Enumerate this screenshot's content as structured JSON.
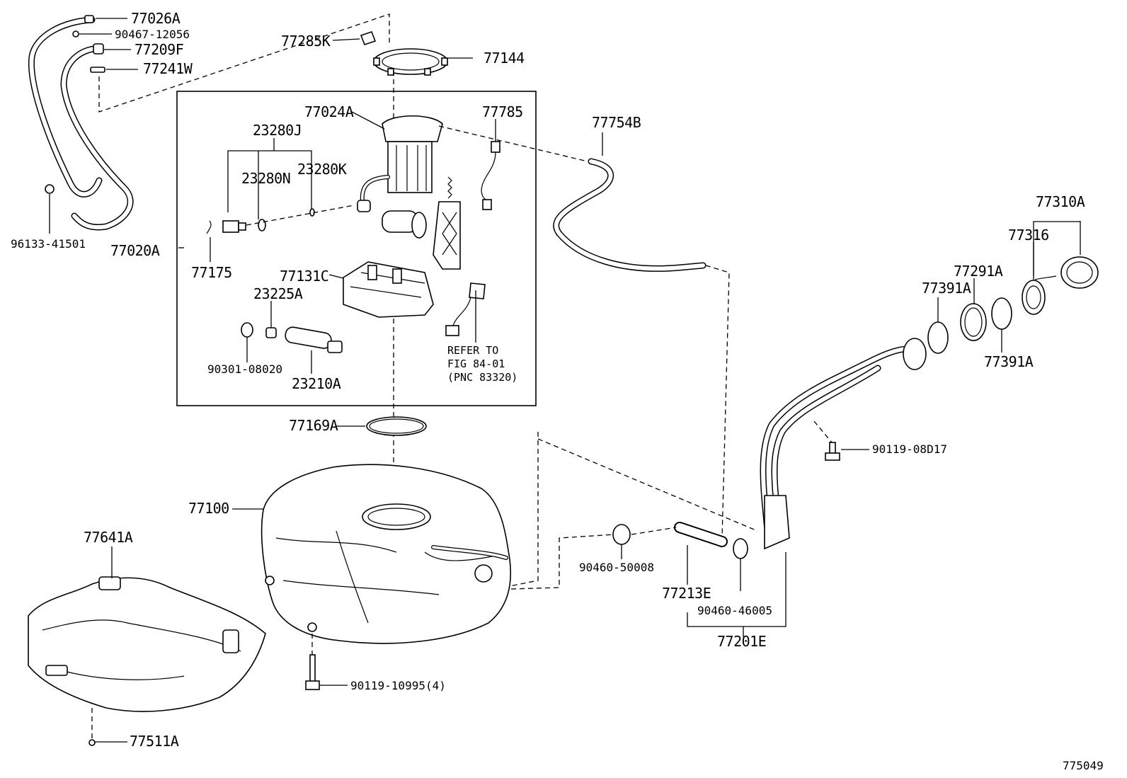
{
  "diagram_id": "775049",
  "refer_note": {
    "line1": "REFER TO",
    "line2": "FIG 84-01",
    "line3": "(PNC 83320)"
  },
  "labels": [
    {
      "id": "l77026a",
      "text": "77026A"
    },
    {
      "id": "l90467",
      "text": "90467-12056"
    },
    {
      "id": "l77209f",
      "text": "77209F"
    },
    {
      "id": "l77241w",
      "text": "77241W"
    },
    {
      "id": "l96133",
      "text": "96133-41501"
    },
    {
      "id": "l77285k",
      "text": "77285K"
    },
    {
      "id": "l77144",
      "text": "77144"
    },
    {
      "id": "l77024a",
      "text": "77024A"
    },
    {
      "id": "l77785",
      "text": "77785"
    },
    {
      "id": "l23280j",
      "text": "23280J"
    },
    {
      "id": "l23280n",
      "text": "23280N"
    },
    {
      "id": "l23280k",
      "text": "23280K"
    },
    {
      "id": "l77020a",
      "text": "77020A"
    },
    {
      "id": "l77175",
      "text": "77175"
    },
    {
      "id": "l77131c",
      "text": "77131C"
    },
    {
      "id": "l23225a",
      "text": "23225A"
    },
    {
      "id": "l90301",
      "text": "90301-08020"
    },
    {
      "id": "l23210a",
      "text": "23210A"
    },
    {
      "id": "l77754b",
      "text": "77754B"
    },
    {
      "id": "l77310a",
      "text": "77310A"
    },
    {
      "id": "l77316",
      "text": "77316"
    },
    {
      "id": "l77291a",
      "text": "77291A"
    },
    {
      "id": "l77391a1",
      "text": "77391A"
    },
    {
      "id": "l77391a2",
      "text": "77391A"
    },
    {
      "id": "l90119d17",
      "text": "90119-08D17"
    },
    {
      "id": "l77169a",
      "text": "77169A"
    },
    {
      "id": "l77100",
      "text": "77100"
    },
    {
      "id": "l77641a",
      "text": "77641A"
    },
    {
      "id": "l90460_50008",
      "text": "90460-50008"
    },
    {
      "id": "l77213e",
      "text": "77213E"
    },
    {
      "id": "l90460_46005",
      "text": "90460-46005"
    },
    {
      "id": "l77201e",
      "text": "77201E"
    },
    {
      "id": "l90119_10995",
      "text": "90119-10995(4)"
    },
    {
      "id": "l77511a",
      "text": "77511A"
    }
  ]
}
